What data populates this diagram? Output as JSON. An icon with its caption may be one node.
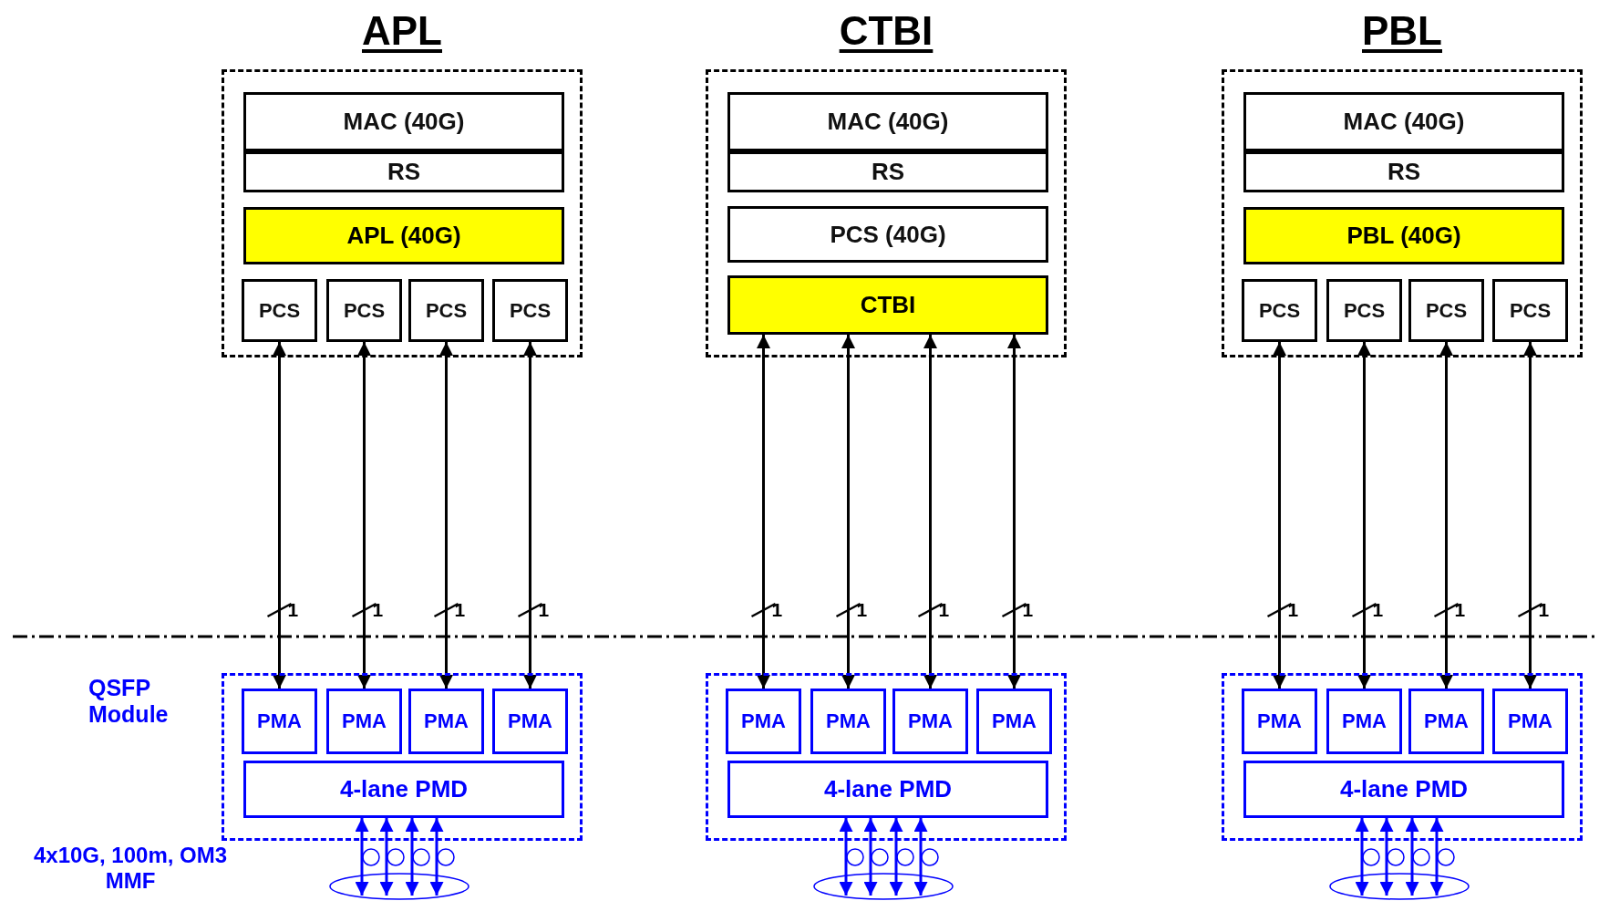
{
  "diagram": {
    "nodes": [
      {
        "text": [
          "APL"
        ]
      },
      {
        "text": [
          "MAC (40G)"
        ],
        "in": 0
      },
      {
        "text": [
          "RS"
        ],
        "in": 0
      },
      {
        "text": [
          "APL (40G)"
        ],
        "in": 0
      },
      {
        "text": [
          "PCS"
        ],
        "in": 0
      },
      {
        "text": [
          "PCS"
        ],
        "in": 0
      },
      {
        "text": [
          "PCS"
        ],
        "in": 0
      },
      {
        "text": [
          "PCS"
        ],
        "in": 0
      },
      {
        "text": [
          "CTBI"
        ]
      },
      {
        "text": [
          "MAC (40G)"
        ],
        "in": 8
      },
      {
        "text": [
          "RS"
        ],
        "in": 8
      },
      {
        "text": [
          "PCS (40G)"
        ],
        "in": 8
      },
      {
        "text": [
          "CTBI"
        ],
        "in": 8
      },
      {
        "text": [
          "PBL"
        ]
      },
      {
        "text": [
          "MAC (40G)"
        ],
        "in": 13
      },
      {
        "text": [
          "RS"
        ],
        "in": 13
      },
      {
        "text": [
          "PBL (40G)"
        ],
        "in": 13
      },
      {
        "text": [
          "PCS"
        ],
        "in": 13
      },
      {
        "text": [
          "PCS"
        ],
        "in": 13
      },
      {
        "text": [
          "PCS"
        ],
        "in": 13
      },
      {
        "text": [
          "PCS"
        ],
        "in": 13
      },
      {
        "text": [],
        "shape": "box"
      },
      {
        "text": [
          "PMA"
        ],
        "in": 21
      },
      {
        "text": [
          "PMA"
        ],
        "in": 21
      },
      {
        "text": [
          "PMA"
        ],
        "in": 21
      },
      {
        "text": [
          "PMA"
        ],
        "in": 21
      },
      {
        "text": [
          "4-lane PMD"
        ],
        "in": 21
      },
      {
        "text": [],
        "shape": "box"
      },
      {
        "text": [
          "PMA"
        ],
        "in": 27
      },
      {
        "text": [
          "PMA"
        ],
        "in": 27
      },
      {
        "text": [
          "PMA"
        ],
        "in": 27
      },
      {
        "text": [
          "PMA"
        ],
        "in": 27
      },
      {
        "text": [
          "4-lane PMD"
        ],
        "in": 27
      },
      {
        "text": [],
        "shape": "box"
      },
      {
        "text": [
          "PMA"
        ],
        "in": 33
      },
      {
        "text": [
          "PMA"
        ],
        "in": 33
      },
      {
        "text": [
          "PMA"
        ],
        "in": 33
      },
      {
        "text": [
          "PMA"
        ],
        "in": 33
      },
      {
        "text": [
          "4-lane PMD"
        ],
        "in": 33
      }
    ],
    "edges": [
      {
        "from": 4,
        "to": 22,
        "arrow": "both",
        "label": "1"
      },
      {
        "from": 5,
        "to": 23,
        "arrow": "both",
        "label": "1"
      },
      {
        "from": 6,
        "to": 24,
        "arrow": "both",
        "label": "1"
      },
      {
        "from": 7,
        "to": 25,
        "arrow": "both",
        "label": "1"
      },
      {
        "from": 12,
        "to": 28,
        "arrow": "both",
        "label": "1"
      },
      {
        "from": 12,
        "to": 29,
        "arrow": "both",
        "label": "1"
      },
      {
        "from": 12,
        "to": 30,
        "arrow": "both",
        "label": "1"
      },
      {
        "from": 12,
        "to": 31,
        "arrow": "both",
        "label": "1"
      },
      {
        "from": 17,
        "to": 34,
        "arrow": "both",
        "label": "1"
      },
      {
        "from": 18,
        "to": 35,
        "arrow": "both",
        "label": "1"
      },
      {
        "from": 19,
        "to": 36,
        "arrow": "both",
        "label": "1"
      },
      {
        "from": 20,
        "to": 37,
        "arrow": "both",
        "label": "1"
      },
      {
        "from": 26,
        "to": null,
        "arrow": "both",
        "color": "#0000ff"
      },
      {
        "from": 26,
        "to": null,
        "arrow": "both",
        "color": "#0000ff"
      },
      {
        "from": 26,
        "to": null,
        "arrow": "both",
        "color": "#0000ff"
      },
      {
        "from": 26,
        "to": null,
        "arrow": "both",
        "color": "#0000ff"
      },
      {
        "from": 32,
        "to": null,
        "arrow": "both",
        "color": "#0000ff"
      },
      {
        "from": 32,
        "to": null,
        "arrow": "both",
        "color": "#0000ff"
      },
      {
        "from": 32,
        "to": null,
        "arrow": "both",
        "color": "#0000ff"
      },
      {
        "from": 32,
        "to": null,
        "arrow": "both",
        "color": "#0000ff"
      },
      {
        "from": 38,
        "to": null,
        "arrow": "both",
        "color": "#0000ff"
      },
      {
        "from": 38,
        "to": null,
        "arrow": "both",
        "color": "#0000ff"
      },
      {
        "from": 38,
        "to": null,
        "arrow": "both",
        "color": "#0000ff"
      },
      {
        "from": 38,
        "to": null,
        "arrow": "both",
        "color": "#0000ff"
      }
    ],
    "labels": [
      "QSFP Module",
      "4x10G, 100m, OM3 MMF"
    ]
  }
}
